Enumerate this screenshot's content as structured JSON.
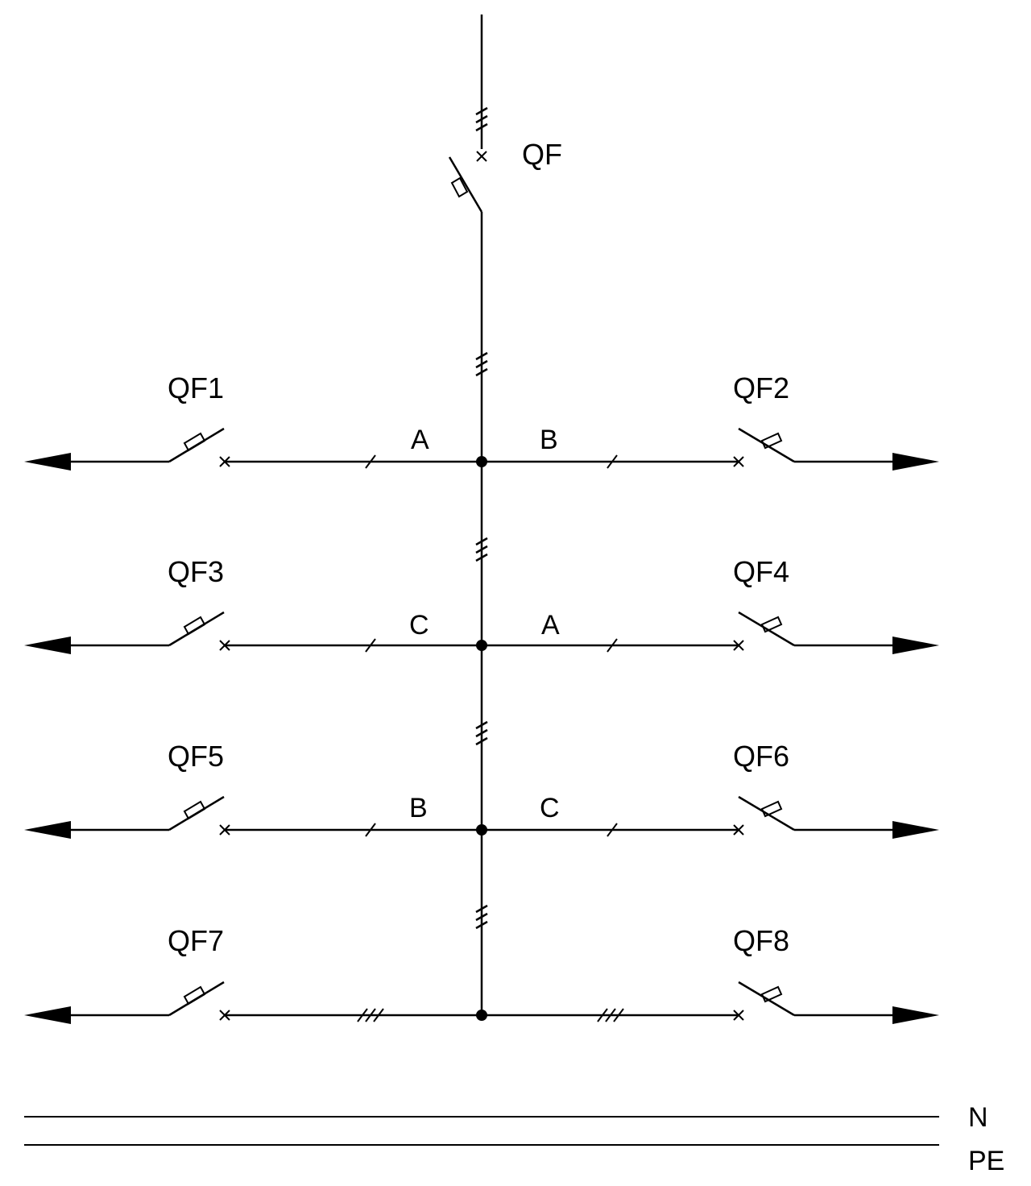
{
  "main_breaker": {
    "label": "QF"
  },
  "rows": [
    {
      "left": {
        "label": "QF1",
        "phase": "A",
        "ticks": 1
      },
      "right": {
        "label": "QF2",
        "phase": "B",
        "ticks": 1
      }
    },
    {
      "left": {
        "label": "QF3",
        "phase": "C",
        "ticks": 1
      },
      "right": {
        "label": "QF4",
        "phase": "A",
        "ticks": 1
      }
    },
    {
      "left": {
        "label": "QF5",
        "phase": "B",
        "ticks": 1
      },
      "right": {
        "label": "QF6",
        "phase": "C",
        "ticks": 1
      }
    },
    {
      "left": {
        "label": "QF7",
        "phase": "",
        "ticks": 3
      },
      "right": {
        "label": "QF8",
        "phase": "",
        "ticks": 3
      }
    }
  ],
  "bus_lines": [
    {
      "label": "N"
    },
    {
      "label": "PE"
    }
  ],
  "colors": {
    "line": "#000000",
    "background": "#ffffff"
  }
}
